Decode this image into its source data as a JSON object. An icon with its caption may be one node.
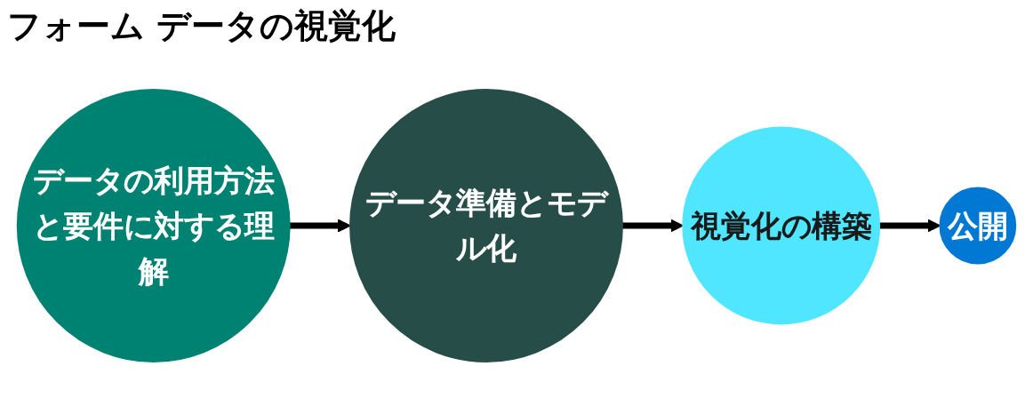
{
  "diagram": {
    "title": "フォーム データの視覚化",
    "nodes": [
      {
        "text": [
          "データの利用方法と要件に対する理解"
        ]
      },
      {
        "text": [
          "データ準備とモデル化"
        ]
      },
      {
        "text": [
          "視覚化の構築"
        ]
      },
      {
        "text": [
          "公開"
        ]
      }
    ],
    "edges": [
      {
        "from": 0,
        "to": 1,
        "arrow": "to"
      },
      {
        "from": 1,
        "to": 2,
        "arrow": "to"
      },
      {
        "from": 2,
        "to": 3,
        "arrow": "to"
      }
    ]
  }
}
